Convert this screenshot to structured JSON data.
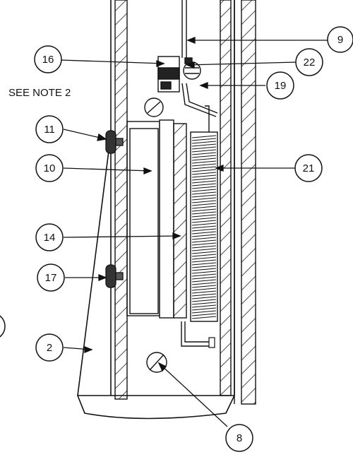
{
  "note": "SEE NOTE 2",
  "callouts": {
    "c16": "16",
    "c11": "11",
    "c10": "10",
    "c14": "14",
    "c17": "17",
    "c2": "2",
    "c9": "9",
    "c22": "22",
    "c19": "19",
    "c21": "21",
    "c8": "8"
  }
}
